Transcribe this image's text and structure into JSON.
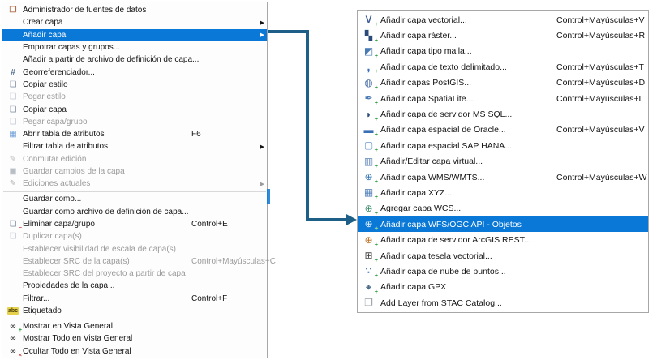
{
  "colors": {
    "highlight": "#0a78d7",
    "highlight_text": "#ffffff",
    "arrow": "#1e5f87"
  },
  "left_menu": {
    "items": [
      {
        "label": "Administrador de fuentes de datos",
        "icon": "datasource-manager-icon"
      },
      {
        "label": "Crear capa",
        "submenu": true
      },
      {
        "label": "Añadir capa",
        "submenu": true,
        "highlighted": true
      },
      {
        "label": "Empotrar capas y grupos..."
      },
      {
        "label": "Añadir a partir de archivo de definición de capa..."
      },
      {
        "label": "Georreferenciador...",
        "icon": "georeferencer-icon"
      },
      {
        "label": "Copiar estilo",
        "icon": "copy-style-icon"
      },
      {
        "label": "Pegar estilo",
        "icon": "paste-style-icon",
        "disabled": true
      },
      {
        "label": "Copiar capa",
        "icon": "copy-layer-icon"
      },
      {
        "label": "Pegar capa/grupo",
        "icon": "paste-layer-icon",
        "disabled": true
      },
      {
        "label": "Abrir tabla de atributos",
        "icon": "attribute-table-icon",
        "shortcut": "F6"
      },
      {
        "label": "Filtrar tabla de atributos",
        "submenu": true
      },
      {
        "label": "Conmutar edición",
        "icon": "toggle-editing-icon",
        "disabled": true
      },
      {
        "label": "Guardar cambios de la capa",
        "icon": "save-edits-icon",
        "disabled": true
      },
      {
        "label": "Ediciones actuales",
        "icon": "current-edits-icon",
        "disabled": true,
        "submenu": true
      },
      {
        "type": "separator"
      },
      {
        "label": "Guardar como..."
      },
      {
        "label": "Guardar como archivo de definición de capa..."
      },
      {
        "label": "Eliminar capa/grupo",
        "icon": "remove-layer-icon",
        "shortcut": "Control+E"
      },
      {
        "label": "Duplicar capa(s)",
        "icon": "duplicate-layer-icon",
        "disabled": true
      },
      {
        "label": "Establecer visibilidad de escala de capa(s)",
        "disabled": true
      },
      {
        "label": "Establecer SRC de la capa(s)",
        "shortcut": "Control+Mayúsculas+C",
        "disabled": true
      },
      {
        "label": "Establecer SRC del proyecto a partir de capa",
        "disabled": true
      },
      {
        "label": "Propiedades de la capa..."
      },
      {
        "label": "Filtrar...",
        "shortcut": "Control+F"
      },
      {
        "label": "Etiquetado",
        "icon": "labeling-icon"
      },
      {
        "type": "separator"
      },
      {
        "label": "Mostrar en Vista General",
        "icon": "show-overview-icon"
      },
      {
        "label": "Mostrar Todo en Vista General",
        "icon": "show-all-overview-icon"
      },
      {
        "label": "Ocultar Todo en Vista General",
        "icon": "hide-all-overview-icon"
      }
    ]
  },
  "right_menu": {
    "items": [
      {
        "label": "Añadir capa vectorial...",
        "icon": "vector-layer-icon",
        "shortcut": "Control+Mayúsculas+V"
      },
      {
        "label": "Añadir capa ráster...",
        "icon": "raster-layer-icon",
        "shortcut": "Control+Mayúsculas+R"
      },
      {
        "label": "Añadir capa tipo malla...",
        "icon": "mesh-layer-icon"
      },
      {
        "label": "Añadir capa de texto delimitado...",
        "icon": "delimited-text-icon",
        "shortcut": "Control+Mayúsculas+T"
      },
      {
        "label": "Añadir capas PostGIS...",
        "icon": "postgis-icon",
        "shortcut": "Control+Mayúsculas+D"
      },
      {
        "label": "Añadir capa SpatiaLite...",
        "icon": "spatialite-icon",
        "shortcut": "Control+Mayúsculas+L"
      },
      {
        "label": "Añadir capa de servidor MS SQL...",
        "icon": "mssql-icon"
      },
      {
        "label": "Añadir capa espacial de Oracle...",
        "icon": "oracle-icon",
        "shortcut": "Control+Mayúsculas+V"
      },
      {
        "label": "Añadir capa espacial SAP HANA...",
        "icon": "sap-hana-icon"
      },
      {
        "label": "Añadir/Editar capa virtual...",
        "icon": "virtual-layer-icon"
      },
      {
        "label": "Añadir capa WMS/WMTS...",
        "icon": "wms-icon",
        "shortcut": "Control+Mayúsculas+W"
      },
      {
        "label": "Añadir capa XYZ...",
        "icon": "xyz-icon"
      },
      {
        "label": "Agregar capa WCS...",
        "icon": "wcs-icon"
      },
      {
        "label": "Añadir capa WFS/OGC API - Objetos",
        "icon": "wfs-icon",
        "highlighted": true
      },
      {
        "label": "Añadir capa de servidor ArcGIS REST...",
        "icon": "arcgis-rest-icon"
      },
      {
        "label": "Añadir capa tesela vectorial...",
        "icon": "vector-tile-icon"
      },
      {
        "label": "Añadir capa de nube de puntos...",
        "icon": "point-cloud-icon"
      },
      {
        "label": "Añadir capa GPX",
        "icon": "gpx-icon"
      },
      {
        "label": "Add Layer from STAC Catalog...",
        "icon": "stac-icon"
      }
    ]
  }
}
